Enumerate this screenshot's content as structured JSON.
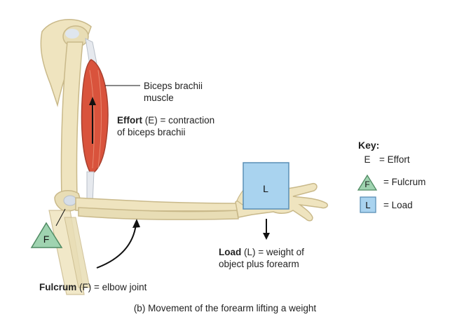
{
  "labels": {
    "biceps_line1": "Biceps brachii",
    "biceps_line2": "muscle",
    "effort_bold": "Effort",
    "effort_rest1": " (E) = contraction",
    "effort_line2": "of biceps brachii",
    "load_bold": "Load",
    "load_rest1": " (L) = weight of",
    "load_line2": "object plus forearm",
    "fulcrum_bold": "Fulcrum",
    "fulcrum_rest": " (F) = elbow joint",
    "load_box_letter": "L",
    "fulcrum_triangle_letter": "F"
  },
  "key": {
    "title": "Key:",
    "effort_symbol": "E",
    "effort_label": "= Effort",
    "fulcrum_symbol": "F",
    "fulcrum_label": "= Fulcrum",
    "load_symbol": "L",
    "load_label": "= Load"
  },
  "caption": "(b) Movement of the forearm lifting a weight",
  "colors": {
    "bone": "#efe4bf",
    "bone_outline": "#c9b98a",
    "muscle": "#d9533c",
    "load_box": "#a9d3ef",
    "fulcrum_triangle": "#9fd3b0"
  }
}
